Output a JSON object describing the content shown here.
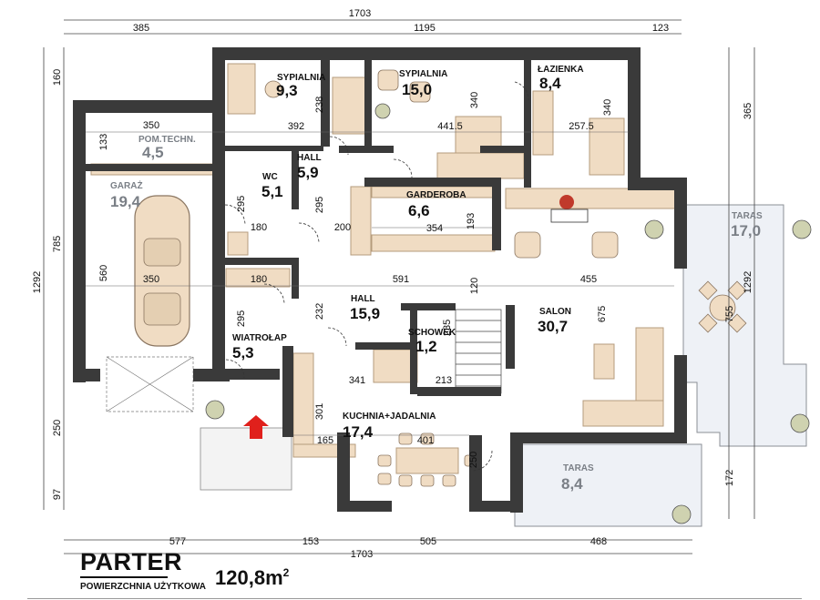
{
  "title": "PARTER",
  "subtitle": "POWIERZCHNIA UŻYTKOWA",
  "total_area": "120,8",
  "total_area_unit": "m",
  "total_area_sup": "2",
  "colors": {
    "wall": "#3a3a3a",
    "furniture": "#f0dcc3",
    "terrace": "#eef1f6",
    "fireplace": "#c0392b",
    "entry_arrow": "#e0201c"
  },
  "rooms": {
    "sypialnia1": {
      "name": "SYPIALNIA",
      "area": "9,3"
    },
    "sypialnia2": {
      "name": "SYPIALNIA",
      "area": "15,0"
    },
    "lazienka": {
      "name": "ŁAZIENKA",
      "area": "8,4"
    },
    "pom_techn": {
      "name": "POM.TECHN.",
      "area": "4,5"
    },
    "garaz": {
      "name": "GARAŻ",
      "area": "19,4"
    },
    "hall1": {
      "name": "HALL",
      "area": "5,9"
    },
    "wc": {
      "name": "WC",
      "area": "5,1"
    },
    "garderoba": {
      "name": "GARDEROBA",
      "area": "6,6"
    },
    "hall2": {
      "name": "HALL",
      "area": "15,9"
    },
    "schowek": {
      "name": "SCHOWEK",
      "area": "1,2"
    },
    "salon": {
      "name": "SALON",
      "area": "30,7"
    },
    "wiatrolap": {
      "name": "WIATROŁAP",
      "area": "5,3"
    },
    "kuchnia": {
      "name": "KUCHNIA+JADALNIA",
      "area": "17,4"
    },
    "taras1": {
      "name": "TARAS",
      "area": "17,0"
    },
    "taras2": {
      "name": "TARAS",
      "area": "8,4"
    }
  },
  "dims": {
    "top_total": "1703",
    "top_a": "385",
    "top_b": "1195",
    "top_c": "123",
    "bottom_total": "1703",
    "bottom_a": "577",
    "bottom_b": "153",
    "bottom_c": "505",
    "bottom_d": "468",
    "left_total": "1292",
    "left_a": "160",
    "left_b": "785",
    "left_c": "250",
    "left_d": "97",
    "right_a": "365",
    "right_b": "1292",
    "right_c": "755",
    "right_d": "172",
    "in_350a": "350",
    "in_133": "133",
    "in_392": "392",
    "in_238": "238",
    "in_441_5": "441.5",
    "in_340a": "340",
    "in_257_5": "257.5",
    "in_340b": "340",
    "in_295a": "295",
    "in_180a": "180",
    "in_295b": "295",
    "in_200": "200",
    "in_354": "354",
    "in_193": "193",
    "in_560": "560",
    "in_350b": "350",
    "in_180b": "180",
    "in_591": "591",
    "in_120": "120",
    "in_455": "455",
    "in_295c": "295",
    "in_232": "232",
    "in_235": "235",
    "in_675": "675",
    "in_341": "341",
    "in_213": "213",
    "in_301": "301",
    "in_165": "165",
    "in_401": "401",
    "in_250": "250"
  }
}
